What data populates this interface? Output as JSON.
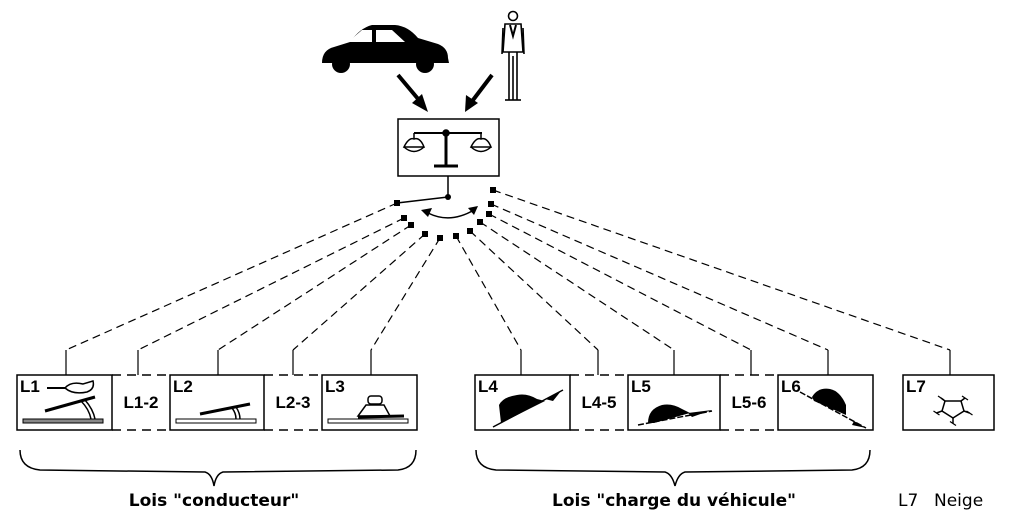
{
  "diagram": {
    "title": "Lois de passage de vitesses",
    "inputs": [
      {
        "name": "vehicle",
        "icon": "car-icon"
      },
      {
        "name": "driver",
        "icon": "person-icon"
      }
    ],
    "selector": {
      "icon": "balance-scale-icon",
      "switch": "rotary-selector"
    },
    "laws": [
      {
        "id": "L1",
        "label": "L1",
        "type": "box",
        "icon": "accelerator-pedal-fast-foot-icon"
      },
      {
        "id": "L1-2",
        "label": "L1-2",
        "type": "intermediate"
      },
      {
        "id": "L2",
        "label": "L2",
        "type": "box",
        "icon": "accelerator-pedal-icon"
      },
      {
        "id": "L2-3",
        "label": "L2-3",
        "type": "intermediate"
      },
      {
        "id": "L3",
        "label": "L3",
        "type": "box",
        "icon": "foot-soft-pedal-icon"
      },
      {
        "id": "L4",
        "label": "L4",
        "type": "box",
        "icon": "vehicle-steep-uphill-icon"
      },
      {
        "id": "L4-5",
        "label": "L4-5",
        "type": "intermediate"
      },
      {
        "id": "L5",
        "label": "L5",
        "type": "box",
        "icon": "vehicle-slight-uphill-icon"
      },
      {
        "id": "L5-6",
        "label": "L5-6",
        "type": "intermediate"
      },
      {
        "id": "L6",
        "label": "L6",
        "type": "box",
        "icon": "vehicle-downhill-icon"
      },
      {
        "id": "L7",
        "label": "L7",
        "type": "box",
        "icon": "snowflake-icon"
      }
    ],
    "groups": [
      {
        "name": "driver-laws",
        "label": "Lois \"conducteur\"",
        "members": [
          "L1",
          "L1-2",
          "L2",
          "L2-3",
          "L3"
        ]
      },
      {
        "name": "load-laws",
        "label": "Lois \"charge du véhicule\"",
        "members": [
          "L4",
          "L4-5",
          "L5",
          "L5-6",
          "L6"
        ]
      }
    ],
    "legend": {
      "code": "L7",
      "text": "Neige"
    }
  }
}
